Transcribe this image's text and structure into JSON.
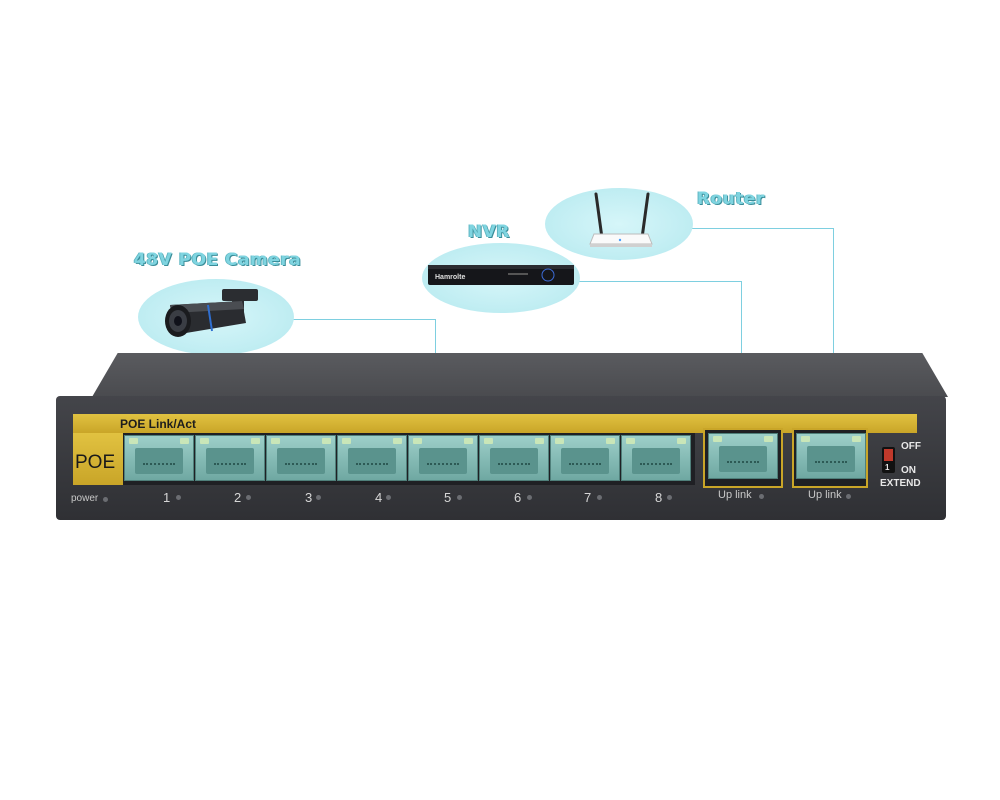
{
  "devices": {
    "camera": {
      "label": "48V POE Camera"
    },
    "nvr": {
      "label": "NVR",
      "brand": "Hamrolte"
    },
    "router": {
      "label": "Router"
    }
  },
  "switch": {
    "strip_label": "POE Link/Act",
    "poe_label": "POE",
    "power_label": "power",
    "ports": [
      "1",
      "2",
      "3",
      "4",
      "5",
      "6",
      "7",
      "8"
    ],
    "uplinks": [
      "Up link",
      "Up link"
    ],
    "dip_switch": {
      "off_label": "OFF",
      "on_label": "ON",
      "extend_label": "EXTEND",
      "position_label": "1"
    }
  },
  "colors": {
    "bubble": "#c2eef3",
    "label_cyan": "#7fd4e0",
    "wire": "#7ecfe0",
    "chassis": "#3a3b40",
    "gold": "#d4b235",
    "port": "#8cc0ba"
  }
}
